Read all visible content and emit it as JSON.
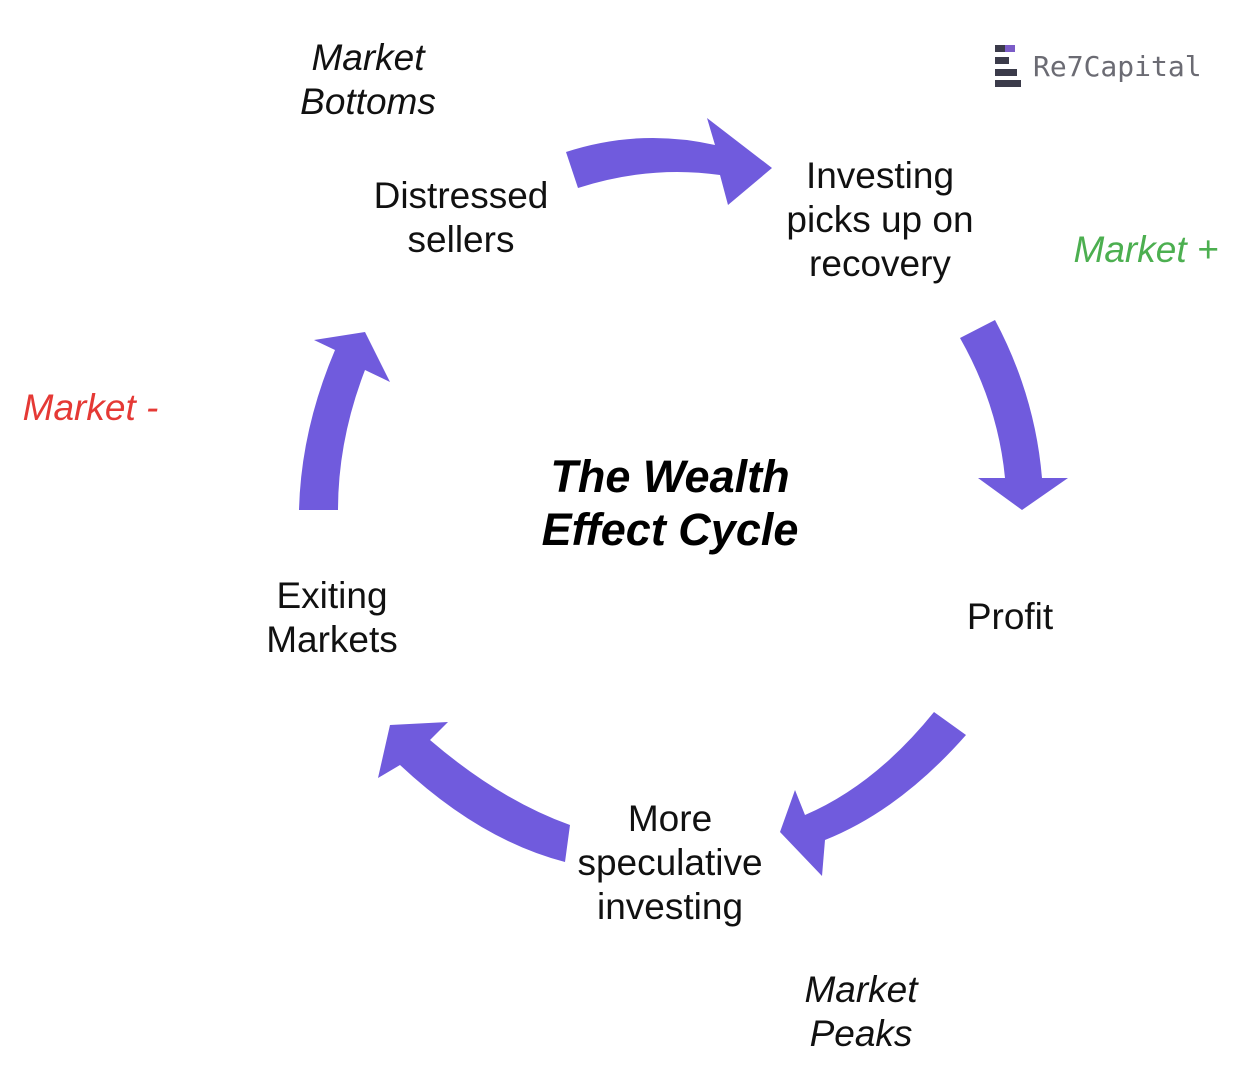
{
  "diagram": {
    "title": "The Wealth\nEffect Cycle",
    "stages": {
      "distressed_sellers": "Distressed\nsellers",
      "investing_recovery": "Investing\npicks up on\nrecovery",
      "profit": "Profit",
      "speculative_investing": "More\nspeculative\ninvesting",
      "exiting_markets": "Exiting\nMarkets"
    },
    "phases": {
      "market_bottoms": "Market\nBottoms",
      "market_plus": "Market +",
      "market_minus": "Market -",
      "market_peaks": "Market\nPeaks"
    }
  },
  "logo": {
    "text": "Re7Capital",
    "icon": "stacked-bars-logo-icon"
  },
  "colors": {
    "arrow": "#705BDD",
    "text": "#111111",
    "market_plus": "#4CAF50",
    "market_minus": "#E53935",
    "logo_text": "#6b6b73",
    "logo_mark_dark": "#3b3b4a",
    "logo_mark_accent": "#7b5cc7"
  }
}
